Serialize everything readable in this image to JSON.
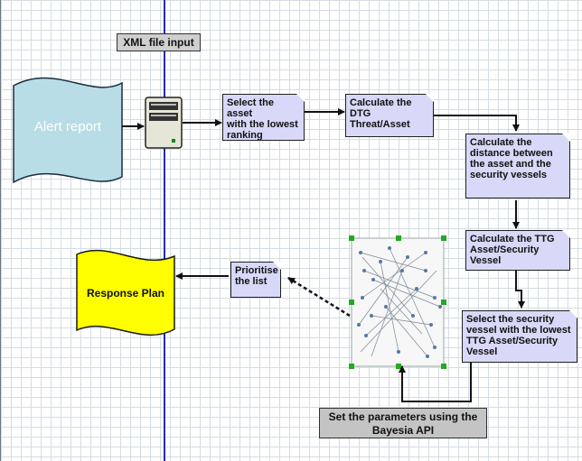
{
  "labels": {
    "xml_input": "XML file input",
    "alert_report": "Alert report",
    "select_asset": "Select the asset\nwith the lowest\nranking",
    "calc_dtg": "Calculate the\nDTG\nThreat/Asset",
    "calc_distance": "Calculate the\ndistance between\nthe asset and the\nsecurity vessels",
    "calc_ttg": "Calculate the TTG\nAsset/Security\nVessel",
    "select_vessel": "Select the security\nvessel with the lowest\nTTG Asset/Security\nVessel",
    "prioritise": "Prioritise\nthe list",
    "response_plan": "Response Plan",
    "bayesia": "Set the parameters using the\nBayesia API"
  },
  "colors": {
    "alert_fill": "#b9dde6",
    "response_fill": "#ffff00",
    "box_fill": "#d8d8f8",
    "gray_fill": "#c4c4c4",
    "vertical_line": "#2b2bb0"
  },
  "icons": {
    "server": "server-icon",
    "network": "bayesian-network-graph"
  }
}
